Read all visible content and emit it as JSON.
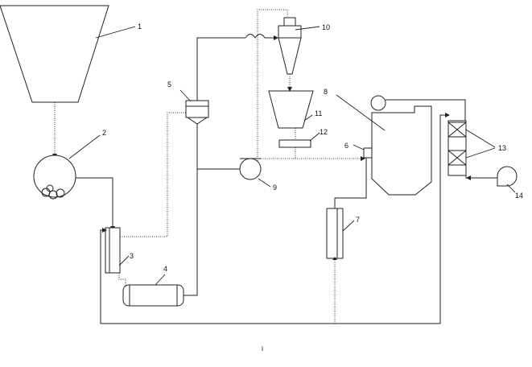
{
  "diagram": {
    "labels": {
      "l1": "1",
      "l2": "2",
      "l3": "3",
      "l4": "4",
      "l5": "5",
      "l6": "6",
      "l7": "7",
      "l8": "8",
      "l9": "9",
      "l10": "10",
      "l11": "11",
      "l12": "12",
      "l13": "13",
      "l14": "14"
    },
    "footer_mark": "i"
  }
}
